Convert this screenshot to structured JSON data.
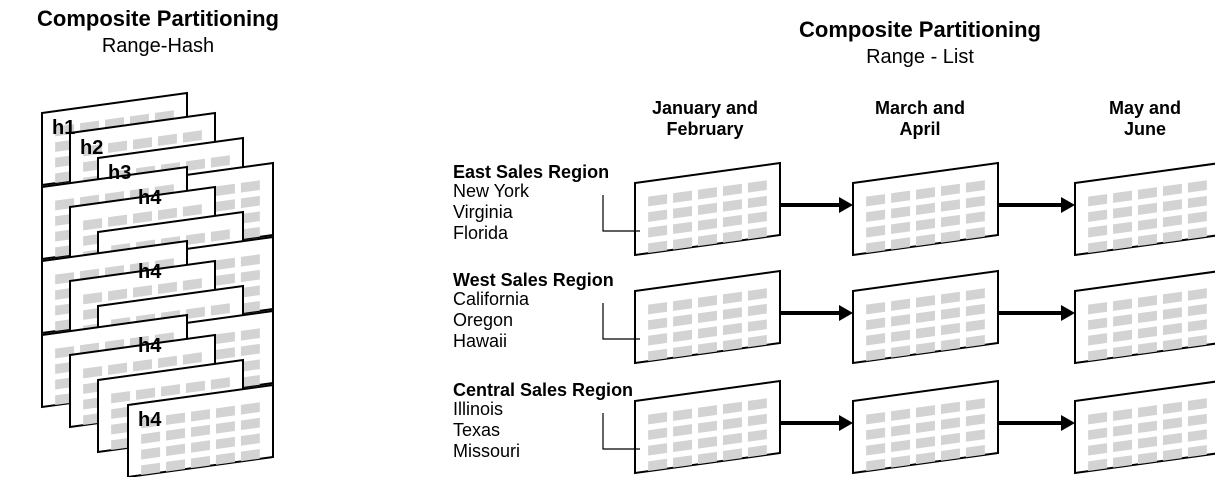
{
  "left": {
    "title": "Composite Partitioning",
    "subtitle": "Range-Hash",
    "hash_tags": [
      "h1",
      "h2",
      "h3",
      "h4"
    ]
  },
  "right": {
    "title": "Composite Partitioning",
    "subtitle": "Range - List",
    "columns": [
      {
        "line1": "January and",
        "line2": "February"
      },
      {
        "line1": "March and",
        "line2": "April"
      },
      {
        "line1": "May and",
        "line2": "June"
      }
    ],
    "regions": [
      {
        "name": "East Sales Region",
        "states": [
          "New York",
          "Virginia",
          "Florida"
        ]
      },
      {
        "name": "West Sales Region",
        "states": [
          "California",
          "Oregon",
          "Hawaii"
        ]
      },
      {
        "name": "Central Sales Region",
        "states": [
          "Illinois",
          "Texas",
          "Missouri"
        ]
      }
    ]
  }
}
